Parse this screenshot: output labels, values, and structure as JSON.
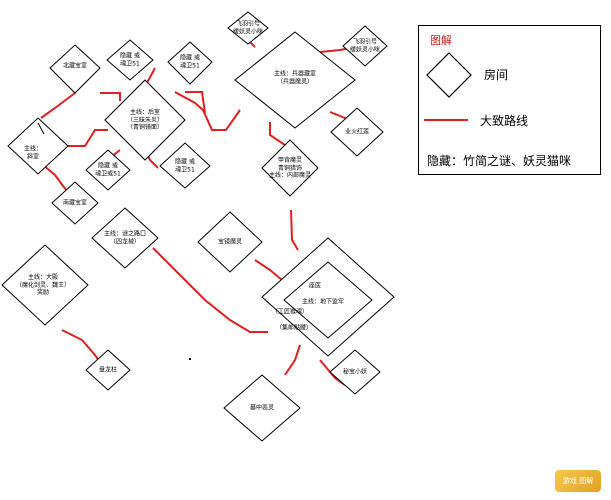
{
  "legend": {
    "title": "图解",
    "room_label": "房间",
    "route_label": "大致路线",
    "hidden_label": "隐藏：竹简之谜、妖灵猫咪",
    "route_color": "#e02020"
  },
  "rooms": [
    {
      "id": "west-treasure",
      "text": "北藏宝室"
    },
    {
      "id": "main-back",
      "text": "主线：后室\n（三昧朱炎）\n（青铜镜面）"
    },
    {
      "id": "hidden-1",
      "text": "隐藏  或\n魂卫51"
    },
    {
      "id": "hidden-2",
      "text": "隐藏  或\n魂卫51"
    },
    {
      "id": "hidden-3",
      "text": "隐藏  或\n魂卫或51"
    },
    {
      "id": "hidden-4",
      "text": "隐藏  或\n魂卫51"
    },
    {
      "id": "main-corner",
      "text": "主线：\n斜室"
    },
    {
      "id": "south-treasure",
      "text": "南藏宝室"
    },
    {
      "id": "feiyu-1",
      "text": "飞羽引号\n缓妖灵小咪"
    },
    {
      "id": "feiyu-2",
      "text": "飞羽引号\n缓妖灵小咪"
    },
    {
      "id": "armory",
      "text": "主线：兵器藏室\n（兵器魔灵）"
    },
    {
      "id": "red-fire",
      "text": "业火红莲"
    },
    {
      "id": "armor-gate",
      "text": "甲背魔灵\n青铜猎饰\n主线：内部魔灵"
    },
    {
      "id": "maze-road",
      "text": "主线：谜之路口\n（四龙械）"
    },
    {
      "id": "bronze-mirror",
      "text": "宝镜魔灵"
    },
    {
      "id": "great-hall",
      "text": "主线：大殿\n（魔化剑灵、魏王）\n奖励"
    },
    {
      "id": "underground",
      "text": "主线：地下监牢"
    },
    {
      "id": "gears",
      "text": "座医"
    },
    {
      "id": "workshop",
      "text": "（工匠猴魂）"
    },
    {
      "id": "skeletons",
      "text": "（集郎骷髅）"
    },
    {
      "id": "dragon-pillar",
      "text": "盘龙柱"
    },
    {
      "id": "secret-fox",
      "text": "秘宝小妖"
    },
    {
      "id": "tomb-evil",
      "text": "墓中恶灵"
    }
  ],
  "watermark": "游戏 图解"
}
